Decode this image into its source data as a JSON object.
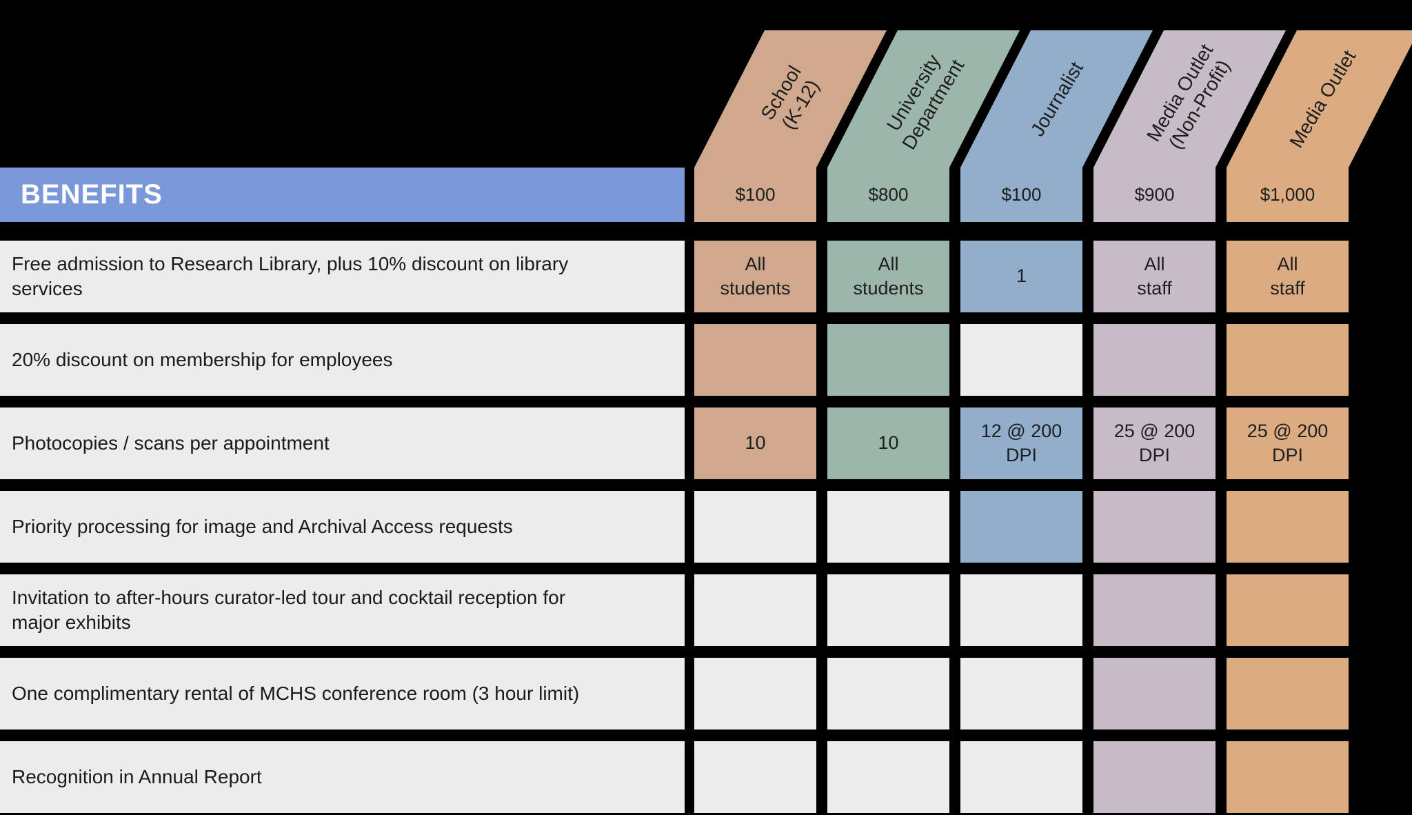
{
  "chart_data": {
    "type": "table",
    "title": "BENEFITS",
    "tiers": [
      {
        "name": "School\n(K-12)",
        "price": "$100",
        "color": "#CFA88E"
      },
      {
        "name": "University\nDepartment",
        "price": "$800",
        "color": "#9CB6AB"
      },
      {
        "name": "Journalist",
        "price": "$100",
        "color": "#92AECB"
      },
      {
        "name": "Media Outlet\n(Non-Profit)",
        "price": "$900",
        "color": "#C7BBC8"
      },
      {
        "name": "Media Outlet",
        "price": "$1,000",
        "color": "#DBAC82"
      }
    ],
    "rows": [
      {
        "benefit": "Free admission to Research Library, plus 10% discount on library\nservices",
        "cells": [
          {
            "included": true,
            "value": "All\nstudents"
          },
          {
            "included": true,
            "value": "All\nstudents"
          },
          {
            "included": true,
            "value": "1"
          },
          {
            "included": true,
            "value": "All\nstaff"
          },
          {
            "included": true,
            "value": "All\nstaff"
          }
        ]
      },
      {
        "benefit": "20% discount on membership for employees",
        "cells": [
          {
            "included": true,
            "value": ""
          },
          {
            "included": true,
            "value": ""
          },
          {
            "included": false,
            "value": ""
          },
          {
            "included": true,
            "value": ""
          },
          {
            "included": true,
            "value": ""
          }
        ]
      },
      {
        "benefit": "Photocopies / scans per appointment",
        "cells": [
          {
            "included": true,
            "value": "10"
          },
          {
            "included": true,
            "value": "10"
          },
          {
            "included": true,
            "value": "12 @ 200\nDPI"
          },
          {
            "included": true,
            "value": "25 @ 200\nDPI"
          },
          {
            "included": true,
            "value": "25 @ 200\nDPI"
          }
        ]
      },
      {
        "benefit": "Priority processing for image and Archival Access requests",
        "cells": [
          {
            "included": false,
            "value": ""
          },
          {
            "included": false,
            "value": ""
          },
          {
            "included": true,
            "value": ""
          },
          {
            "included": true,
            "value": ""
          },
          {
            "included": true,
            "value": ""
          }
        ]
      },
      {
        "benefit": "Invitation to after-hours curator-led tour and cocktail reception for\nmajor exhibits",
        "cells": [
          {
            "included": false,
            "value": ""
          },
          {
            "included": false,
            "value": ""
          },
          {
            "included": false,
            "value": ""
          },
          {
            "included": true,
            "value": ""
          },
          {
            "included": true,
            "value": ""
          }
        ]
      },
      {
        "benefit": "One complimentary rental of MCHS conference room (3 hour limit)",
        "cells": [
          {
            "included": false,
            "value": ""
          },
          {
            "included": false,
            "value": ""
          },
          {
            "included": false,
            "value": ""
          },
          {
            "included": true,
            "value": ""
          },
          {
            "included": true,
            "value": ""
          }
        ]
      },
      {
        "benefit": "Recognition in Annual Report",
        "cells": [
          {
            "included": false,
            "value": ""
          },
          {
            "included": false,
            "value": ""
          },
          {
            "included": false,
            "value": ""
          },
          {
            "included": true,
            "value": ""
          },
          {
            "included": true,
            "value": ""
          }
        ]
      }
    ]
  },
  "colors": {
    "background": "#000000",
    "header_bar": "#7A97D9",
    "header_bar_text": "#FFFFFF",
    "row_background": "#ECECEC",
    "excluded_cell": "#ECECEC",
    "dark_text": "#1D1D1D"
  }
}
